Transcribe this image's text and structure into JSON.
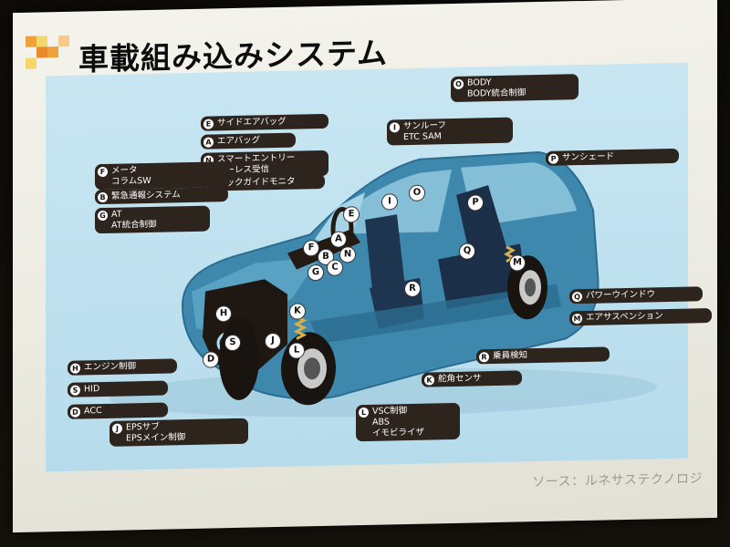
{
  "slide": {
    "title": "車載組み込みシステム",
    "source": "ソース：ルネサステクノロジ"
  },
  "colors": {
    "diagram_bg": "#bfe1ef",
    "label_bg": "#2e241e",
    "car_body": "#3e88ad",
    "accent_orange": "#f0a13a",
    "accent_yellow": "#f5d66a"
  },
  "labels": [
    {
      "letter": "O",
      "lines": [
        "BODY",
        "BODY統合制御"
      ]
    },
    {
      "letter": "E",
      "lines": [
        "サイドエアバッグ"
      ]
    },
    {
      "letter": "A",
      "lines": [
        "エアバッグ"
      ]
    },
    {
      "letter": "N",
      "lines": [
        "スマートエントリー",
        "キーレス受信"
      ]
    },
    {
      "letter": "C",
      "lines": [
        "バックガイドモニタ"
      ]
    },
    {
      "letter": "I",
      "lines": [
        "サンルーフ",
        "ETC SAM"
      ]
    },
    {
      "letter": "P",
      "lines": [
        "サンシェード"
      ]
    },
    {
      "letter": "F",
      "lines": [
        "メータ",
        "コラムSW"
      ]
    },
    {
      "letter": "B",
      "lines": [
        "緊急通報システム"
      ]
    },
    {
      "letter": "G",
      "lines": [
        "AT",
        "AT統合制御"
      ]
    },
    {
      "letter": "Q",
      "lines": [
        "パワーウインドウ"
      ]
    },
    {
      "letter": "M",
      "lines": [
        "エアサスペンション"
      ]
    },
    {
      "letter": "R",
      "lines": [
        "乗員検知"
      ]
    },
    {
      "letter": "K",
      "lines": [
        "舵角センサ"
      ]
    },
    {
      "letter": "H",
      "lines": [
        "エンジン制御"
      ]
    },
    {
      "letter": "S",
      "lines": [
        "HID"
      ]
    },
    {
      "letter": "D",
      "lines": [
        "ACC"
      ]
    },
    {
      "letter": "J",
      "lines": [
        "EPSサブ",
        "EPSメイン制御"
      ]
    },
    {
      "letter": "L",
      "lines": [
        "VSC制御",
        "ABS",
        "イモビライザ"
      ]
    }
  ],
  "markers": [
    "E",
    "I",
    "O",
    "P",
    "A",
    "F",
    "N",
    "B",
    "C",
    "G",
    "Q",
    "M",
    "R",
    "H",
    "K",
    "S",
    "J",
    "L",
    "D"
  ]
}
